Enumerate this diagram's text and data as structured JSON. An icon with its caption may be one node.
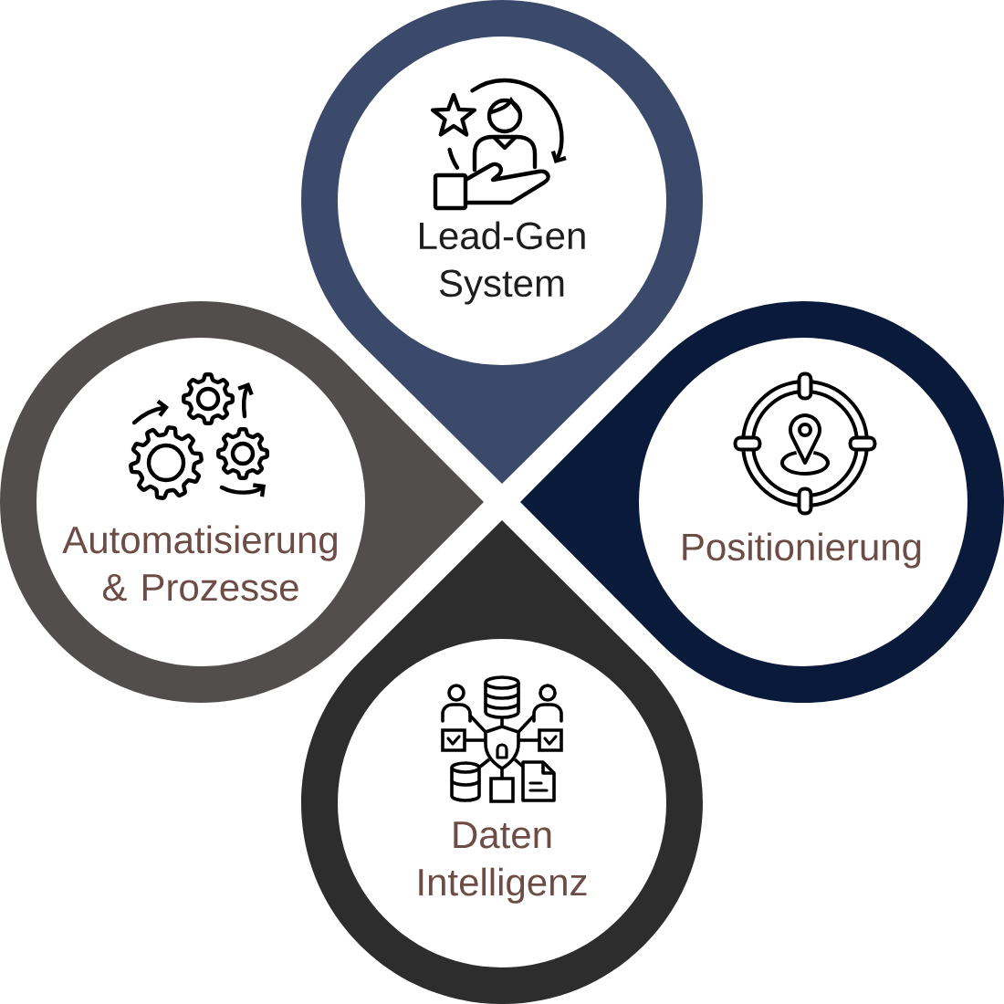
{
  "diagram": {
    "nodes": [
      {
        "text": [
          "Lead-Gen System"
        ]
      },
      {
        "text": [
          "Automatisierung & Prozesse"
        ]
      },
      {
        "text": [
          "Positionierung"
        ]
      },
      {
        "text": [
          "Daten Intelligenz"
        ]
      }
    ]
  }
}
